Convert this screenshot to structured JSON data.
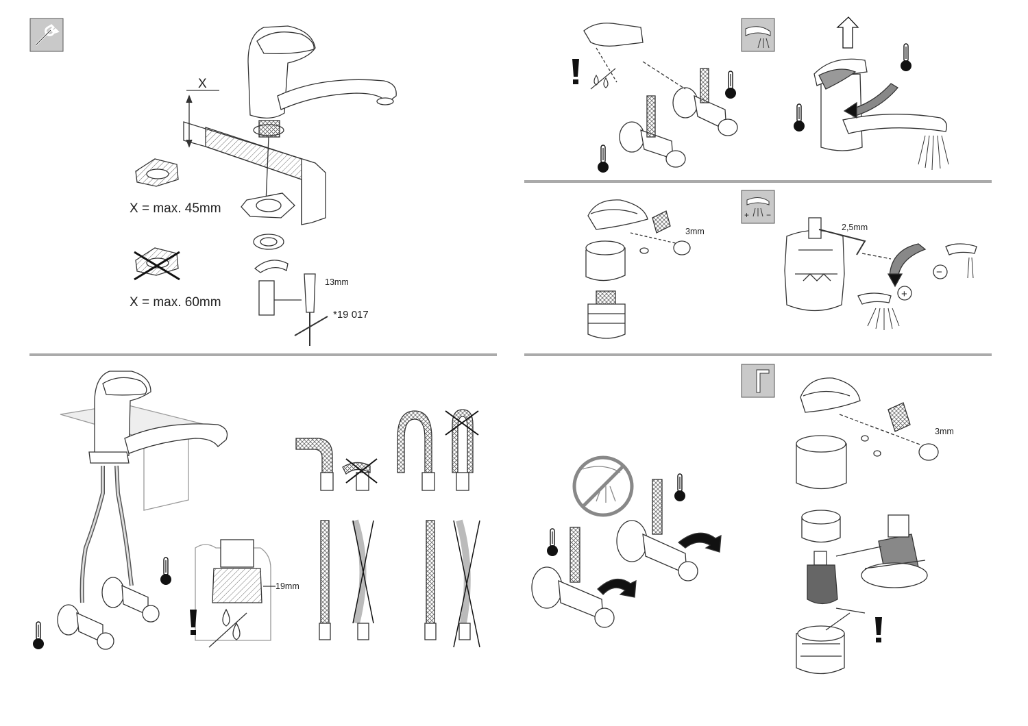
{
  "labels": {
    "x_marker": "X",
    "x_max_45": "X = max. 45mm",
    "x_max_60": "X = max. 60mm",
    "wrench_size_13": "13mm",
    "tool_part_number": "*19 017",
    "hex_key_3mm_a": "3mm",
    "hex_key_2_5mm": "2,5mm",
    "wrench_size_19": "19mm",
    "hex_key_3mm_b": "3mm",
    "minus_sign": "−",
    "plus_sign": "+"
  },
  "icons": {
    "installation": "wrench-icon",
    "function_check": "faucet-spray-icon",
    "temperature_limit": "temperature-limit-icon",
    "maintenance": "hex-key-icon",
    "warning": "exclamation-icon",
    "hot": "thermometer-hot-icon",
    "cold": "thermometer-cold-icon"
  },
  "colors": {
    "line": "#333333",
    "badge_fill": "#c9c9c9",
    "divider": "#aaaaaa",
    "dark_fill": "#111111"
  }
}
